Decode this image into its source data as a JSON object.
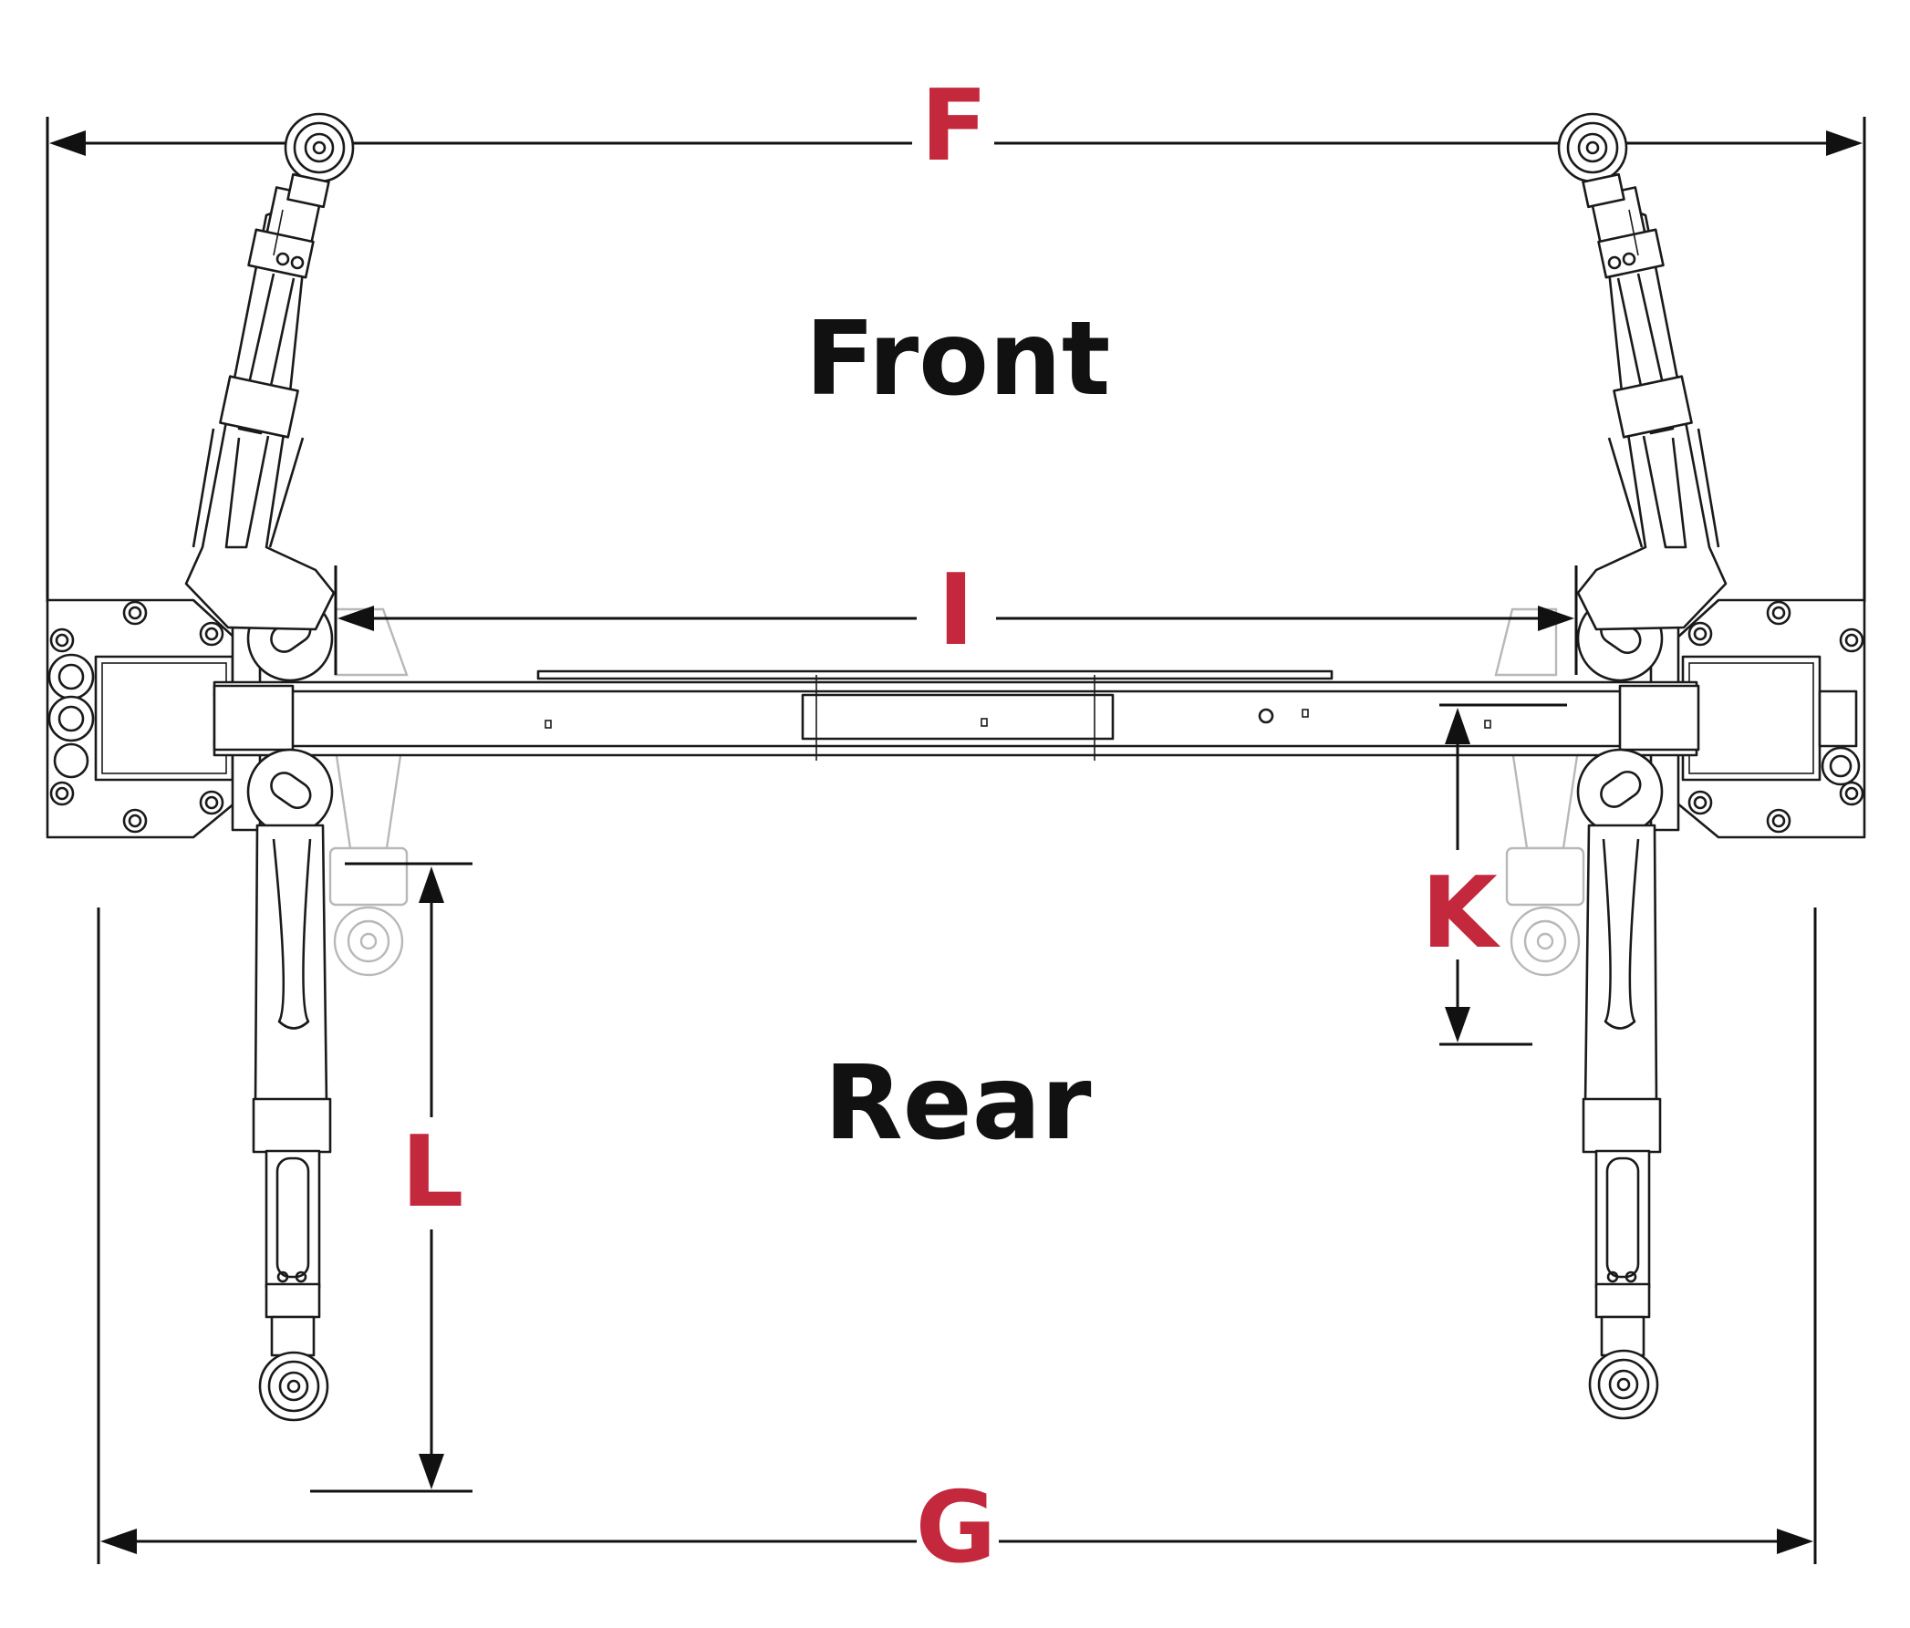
{
  "labels": {
    "front": "Front",
    "rear": "Rear"
  },
  "dimensions": {
    "F": "F",
    "G": "G",
    "I": "I",
    "K": "K",
    "L": "L"
  },
  "colors": {
    "dimension_label": "#c4283c",
    "ink": "#1a1a1a",
    "ghost_arm": "#b8b8b8",
    "background": "#ffffff"
  }
}
